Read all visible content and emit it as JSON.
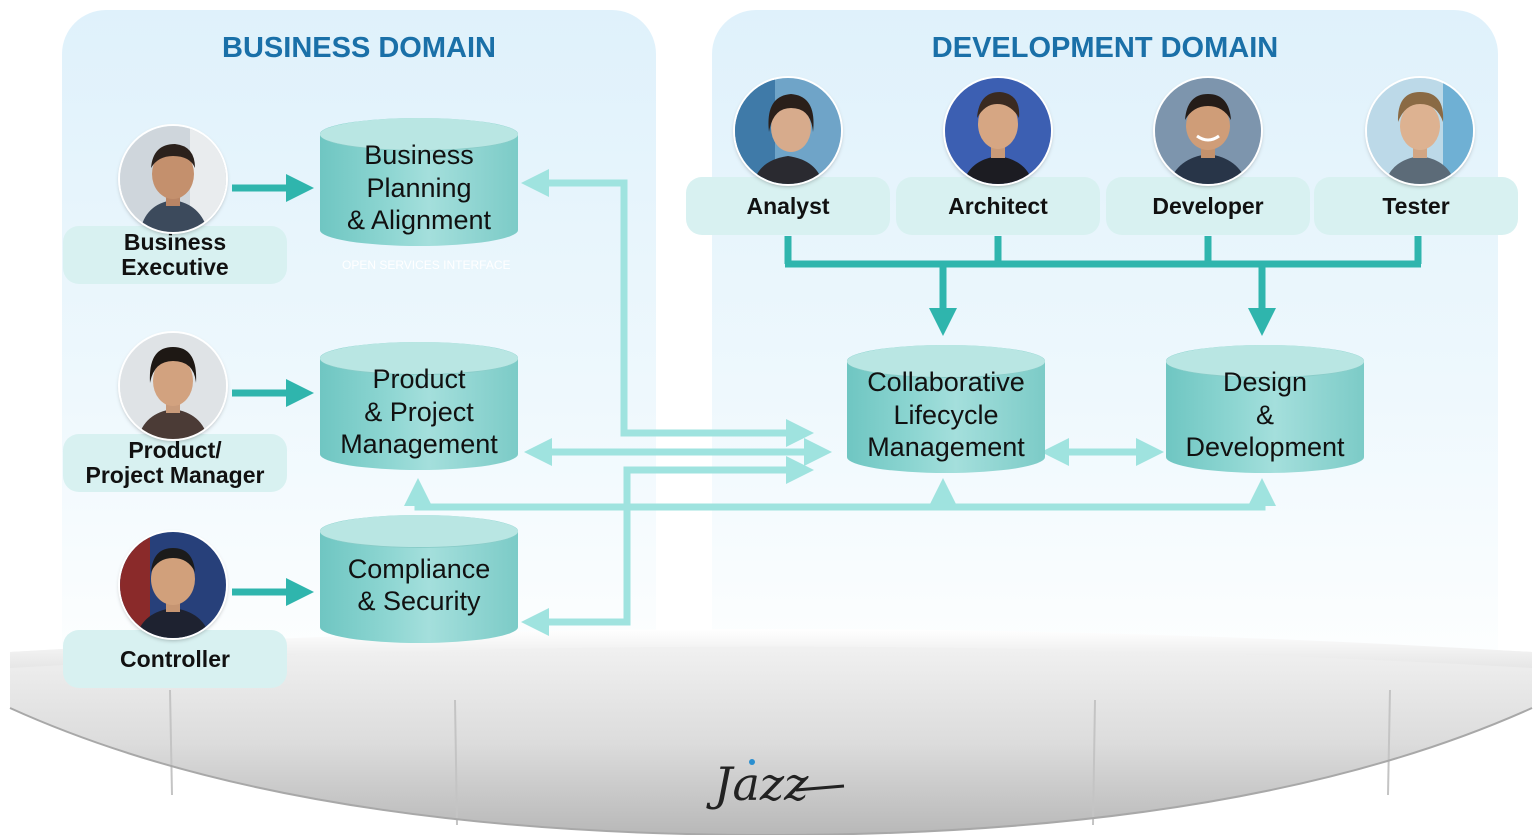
{
  "business_domain": {
    "title": "BUSINESS DOMAIN",
    "roles": [
      {
        "label_line1": "Business",
        "label_line2": "Executive"
      },
      {
        "label_line1": "Product/",
        "label_line2": "Project Manager"
      },
      {
        "label_line1": "Controller"
      }
    ],
    "repositories": [
      {
        "lines": [
          "Business",
          "Planning",
          "& Alignment"
        ]
      },
      {
        "lines": [
          "Product",
          "& Project",
          "Management"
        ]
      },
      {
        "lines": [
          "Compliance",
          "& Security"
        ]
      }
    ],
    "interface_text": "OPEN SERVICES INTERFACE"
  },
  "development_domain": {
    "title": "DEVELOPMENT DOMAIN",
    "roles": [
      "Analyst",
      "Architect",
      "Developer",
      "Tester"
    ],
    "repositories": [
      {
        "lines": [
          "Collaborative",
          "Lifecycle",
          "Management"
        ]
      },
      {
        "lines": [
          "Design",
          "&",
          "Development"
        ]
      }
    ]
  },
  "platform": {
    "logo_text": "Jazz"
  },
  "colors": {
    "domain_title": "#1a70a8",
    "connector": "#2fb5ad",
    "connector_light": "#9fe3df",
    "role_label_bg": "#d8f1f1",
    "repository": "#8ed6d2"
  }
}
